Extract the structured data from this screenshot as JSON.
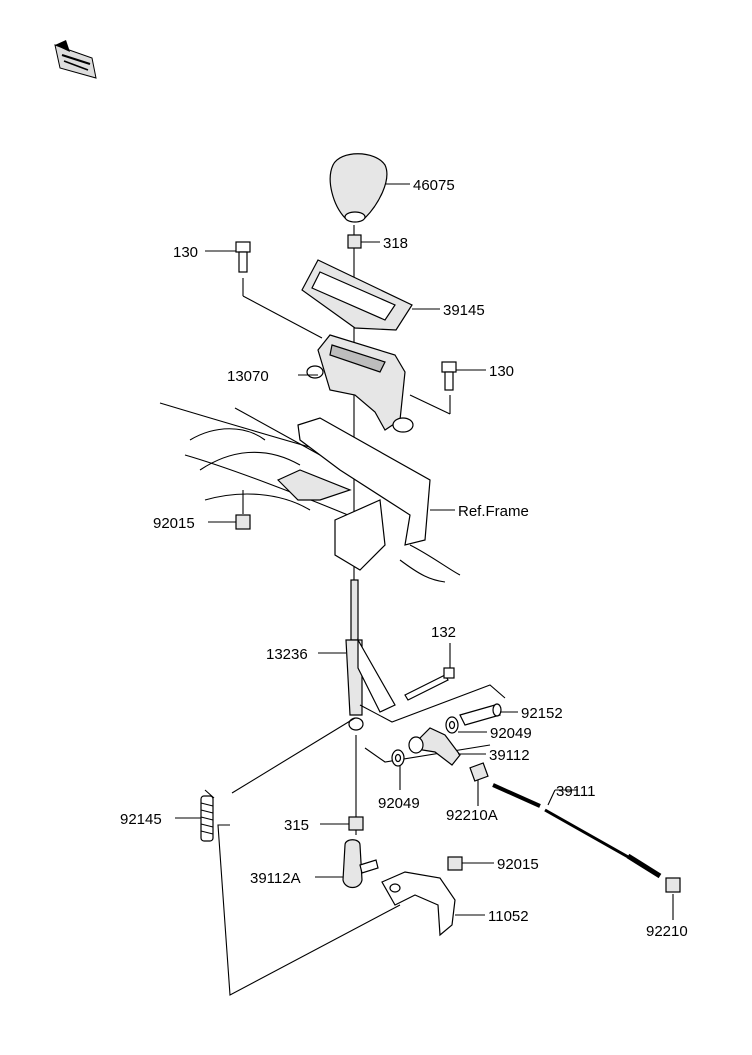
{
  "parts": {
    "p46075": "46075",
    "p318": "318",
    "p130a": "130",
    "p39145": "39145",
    "p130b": "130",
    "p13070": "13070",
    "p92015a": "92015",
    "pRefFrame": "Ref.Frame",
    "p132": "132",
    "p13236": "13236",
    "p92152": "92152",
    "p92049a": "92049",
    "p39112": "39112",
    "p92049b": "92049",
    "p92210A": "92210A",
    "p39111": "39111",
    "p92145": "92145",
    "p315": "315",
    "p92015b": "92015",
    "p39112A": "39112A",
    "p11052": "11052",
    "p92210": "92210"
  },
  "icons": {
    "front": "front-direction-icon"
  }
}
